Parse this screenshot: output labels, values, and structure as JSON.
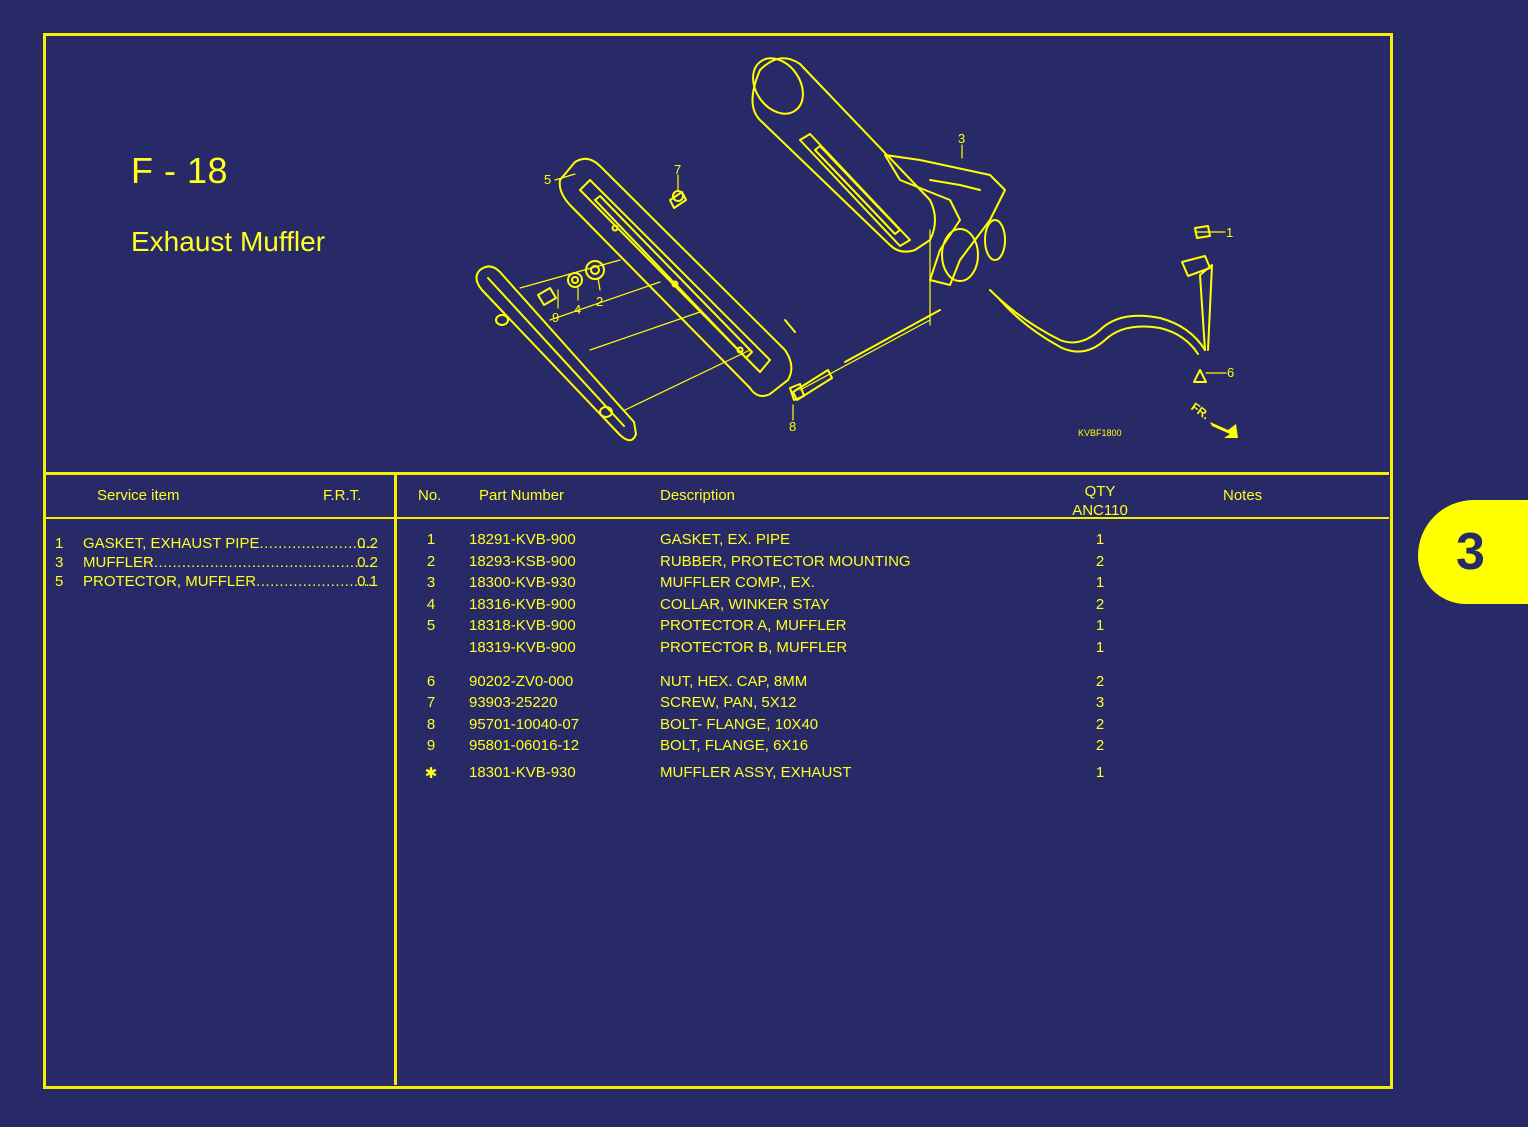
{
  "page": {
    "code": "F - 18",
    "title": "Exhaust Muffler",
    "section_tab": "3"
  },
  "colors": {
    "background": "#282a68",
    "accent": "#ffff00"
  },
  "diagram": {
    "callouts": [
      "1",
      "2",
      "3",
      "4",
      "5",
      "6",
      "7",
      "8",
      "9"
    ],
    "figure_code": "KVBF1800",
    "direction_label": "FR."
  },
  "service_table": {
    "headers": {
      "item": "Service item",
      "frt": "F.R.T."
    },
    "rows": [
      {
        "no": "1",
        "item": "GASKET, EXHAUST PIPE",
        "frt": "0.2"
      },
      {
        "no": "3",
        "item": "MUFFLER",
        "frt": "0.2"
      },
      {
        "no": "5",
        "item": "PROTECTOR, MUFFLER",
        "frt": "0.1"
      }
    ]
  },
  "parts_table": {
    "headers": {
      "no": "No.",
      "part_number": "Part Number",
      "description": "Description",
      "qty": "QTY",
      "model": "ANC110",
      "notes": "Notes"
    },
    "rows": [
      {
        "no": "1",
        "part_number": "18291-KVB-900",
        "description": "GASKET, EX. PIPE",
        "qty": "1"
      },
      {
        "no": "2",
        "part_number": "18293-KSB-900",
        "description": "RUBBER, PROTECTOR MOUNTING",
        "qty": "2"
      },
      {
        "no": "3",
        "part_number": "18300-KVB-930",
        "description": "MUFFLER COMP., EX.",
        "qty": "1"
      },
      {
        "no": "4",
        "part_number": "18316-KVB-900",
        "description": "COLLAR, WINKER STAY",
        "qty": "2"
      },
      {
        "no": "5",
        "part_number": "18318-KVB-900",
        "description": "PROTECTOR A, MUFFLER",
        "qty": "1"
      },
      {
        "no": "",
        "part_number": "18319-KVB-900",
        "description": "PROTECTOR B, MUFFLER",
        "qty": "1"
      },
      {
        "no": "6",
        "part_number": "90202-ZV0-000",
        "description": "NUT,  HEX. CAP, 8MM",
        "qty": "2"
      },
      {
        "no": "7",
        "part_number": "93903-25220",
        "description": "SCREW, PAN, 5X12",
        "qty": "3"
      },
      {
        "no": "8",
        "part_number": "95701-10040-07",
        "description": "BOLT- FLANGE, 10X40",
        "qty": "2"
      },
      {
        "no": "9",
        "part_number": "95801-06016-12",
        "description": "BOLT, FLANGE, 6X16",
        "qty": "2"
      },
      {
        "no": "✱",
        "part_number": "18301-KVB-930",
        "description": "MUFFLER ASSY, EXHAUST",
        "qty": "1"
      }
    ]
  }
}
